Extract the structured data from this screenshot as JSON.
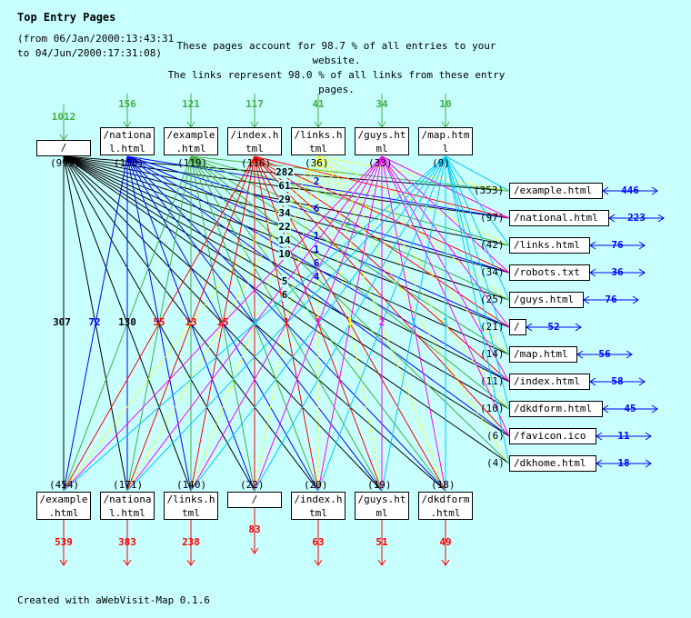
{
  "title": "Top Entry Pages",
  "range": "(from 06/Jan/2000:13:43:31\nto 04/Jun/2000:17:31:08)",
  "summary": [
    "These pages account for 98.7 % of all entries to your website.",
    "The links represent 98.0 % of all links from these entry pages."
  ],
  "footer": "Created with aWebVisit-Map 0.1.6",
  "colors": {
    "bg": "#c8ffff",
    "entry": "#40b040",
    "exit": "#ff0000",
    "right": "#0000ff",
    "sources": [
      "#000000",
      "#0000ff",
      "#40b040",
      "#ff0000",
      "#ffff00",
      "#ff00ff",
      "#00c8ff"
    ]
  },
  "entry_pages": [
    {
      "name": "/",
      "lines": [
        "/"
      ],
      "entries": "1012",
      "count": "(995)"
    },
    {
      "name": "/national.html",
      "lines": [
        "/nationa",
        "l.html"
      ],
      "entries": "156",
      "count": "(150)"
    },
    {
      "name": "/example.html",
      "lines": [
        "/example",
        ".html"
      ],
      "entries": "121",
      "count": "(119)"
    },
    {
      "name": "/index.html",
      "lines": [
        "/index.h",
        "tml"
      ],
      "entries": "117",
      "count": "(116)"
    },
    {
      "name": "/links.html",
      "lines": [
        "/links.h",
        "tml"
      ],
      "entries": "41",
      "count": "(36)"
    },
    {
      "name": "/guys.html",
      "lines": [
        "/guys.ht",
        "ml"
      ],
      "entries": "34",
      "count": "(33)"
    },
    {
      "name": "/map.html",
      "lines": [
        "/map.htm",
        "l"
      ],
      "entries": "10",
      "count": "(9)"
    }
  ],
  "exit_pages": [
    {
      "name": "/example.html",
      "lines": [
        "/example",
        ".html"
      ],
      "count": "(454)",
      "exits": "539"
    },
    {
      "name": "/national.html",
      "lines": [
        "/nationa",
        "l.html"
      ],
      "count": "(171)",
      "exits": "383"
    },
    {
      "name": "/links.html",
      "lines": [
        "/links.h",
        "tml"
      ],
      "count": "(140)",
      "exits": "238"
    },
    {
      "name": "/",
      "lines": [
        "/"
      ],
      "count": "(22)",
      "exits": "83"
    },
    {
      "name": "/index.html",
      "lines": [
        "/index.h",
        "tml"
      ],
      "count": "(20)",
      "exits": "63"
    },
    {
      "name": "/guys.html",
      "lines": [
        "/guys.ht",
        "ml"
      ],
      "count": "(19)",
      "exits": "51"
    },
    {
      "name": "/dkdform.html",
      "lines": [
        "/dkdform",
        ".html"
      ],
      "count": "(18)",
      "exits": "49"
    }
  ],
  "right_pages": [
    {
      "name": "/example.html",
      "count": "(353)",
      "value": "446"
    },
    {
      "name": "/national.html",
      "count": "(97)",
      "value": "223"
    },
    {
      "name": "/links.html",
      "count": "(42)",
      "value": "76"
    },
    {
      "name": "/robots.txt",
      "count": "(34)",
      "value": "36"
    },
    {
      "name": "/guys.html",
      "count": "(25)",
      "value": "76"
    },
    {
      "name": "/",
      "count": "(21)",
      "value": "52"
    },
    {
      "name": "/map.html",
      "count": "(14)",
      "value": "56"
    },
    {
      "name": "/index.html",
      "count": "(11)",
      "value": "58"
    },
    {
      "name": "/dkdform.html",
      "count": "(10)",
      "value": "45"
    },
    {
      "name": "/favicon.ico",
      "count": "(6)",
      "value": "11"
    },
    {
      "name": "/dkhome.html",
      "count": "(4)",
      "value": "18"
    }
  ],
  "link_labels_right": [
    "282",
    "61",
    "29",
    "34",
    "22",
    "14",
    "10",
    "5",
    "6"
  ],
  "link_labels_mid": [
    "2",
    "6",
    "2",
    "1",
    "1",
    "6",
    "4"
  ],
  "link_labels_bottom": [
    "307",
    "72",
    "130",
    "55",
    "13",
    "15",
    "3",
    "1",
    "1",
    "1",
    "2",
    "1",
    "1"
  ]
}
